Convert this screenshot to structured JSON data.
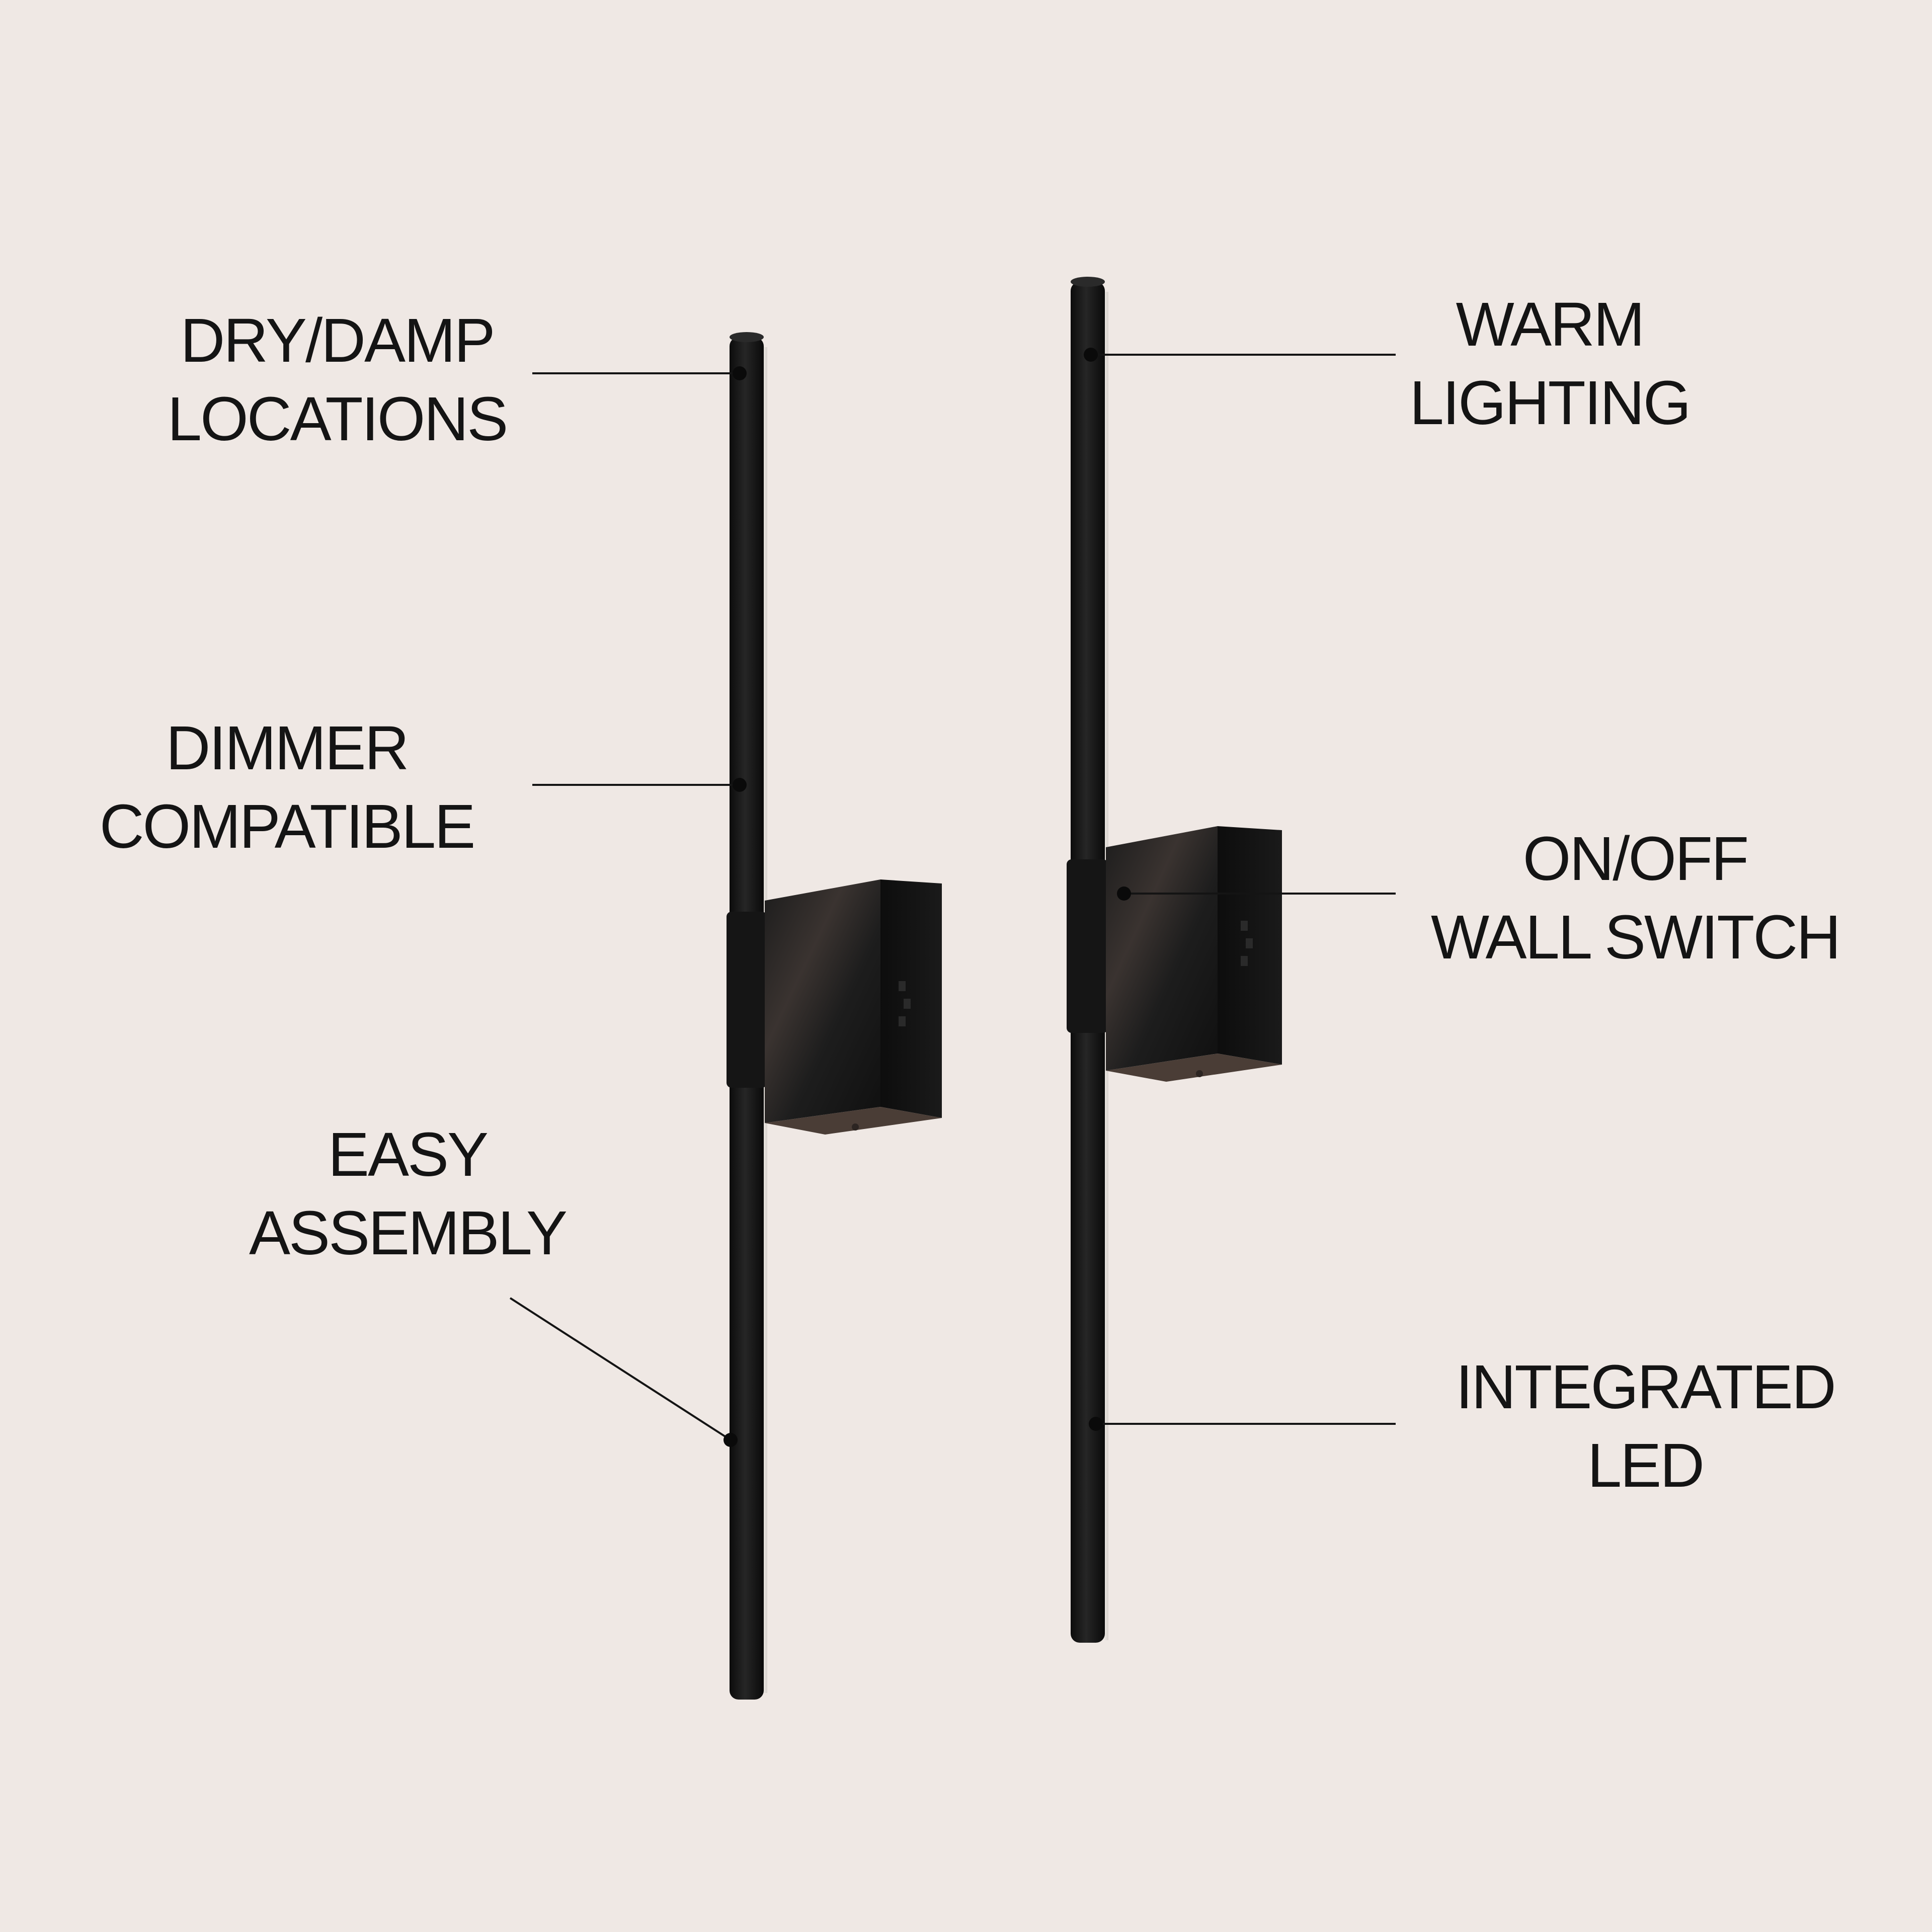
{
  "features": {
    "dry_damp": {
      "line1": "DRY/DAMP",
      "line2": "LOCATIONS"
    },
    "dimmer": {
      "line1": "DIMMER",
      "line2": "COMPATIBLE"
    },
    "assembly": {
      "line1": "EASY",
      "line2": "ASSEMBLY"
    },
    "warm": {
      "line1": "WARM",
      "line2": "LIGHTING"
    },
    "switch": {
      "line1": "ON/OFF",
      "line2": "WALL SWITCH"
    },
    "led": {
      "line1": "INTEGRATED",
      "line2": "LED"
    }
  },
  "colors": {
    "background": "#efe8e4",
    "fixture": "#181818",
    "text": "#141414"
  }
}
